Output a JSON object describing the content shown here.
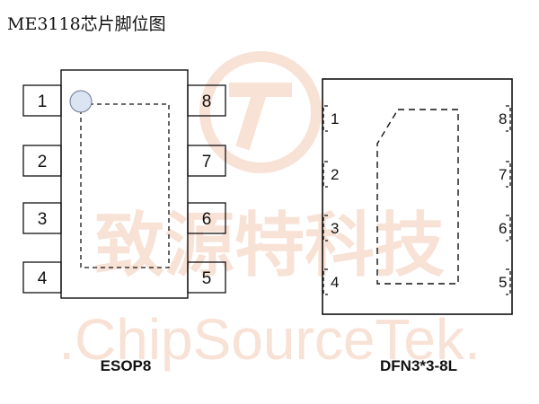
{
  "title": "ME3118芯片脚位图",
  "watermark": {
    "cn": "致源特科技",
    "en": ".ChipSourceTek.",
    "color": "#f4c9b4"
  },
  "esop8": {
    "label": "ESOP8",
    "left_pins": [
      "1",
      "2",
      "3",
      "4"
    ],
    "right_pins": [
      "8",
      "7",
      "6",
      "5"
    ]
  },
  "dfn": {
    "label": "DFN3*3-8L",
    "left_pins": [
      "1",
      "2",
      "3",
      "4"
    ],
    "right_pins": [
      "8",
      "7",
      "6",
      "5"
    ]
  },
  "colors": {
    "line": "#111111",
    "pin1_dot": "#dbe4f2"
  }
}
